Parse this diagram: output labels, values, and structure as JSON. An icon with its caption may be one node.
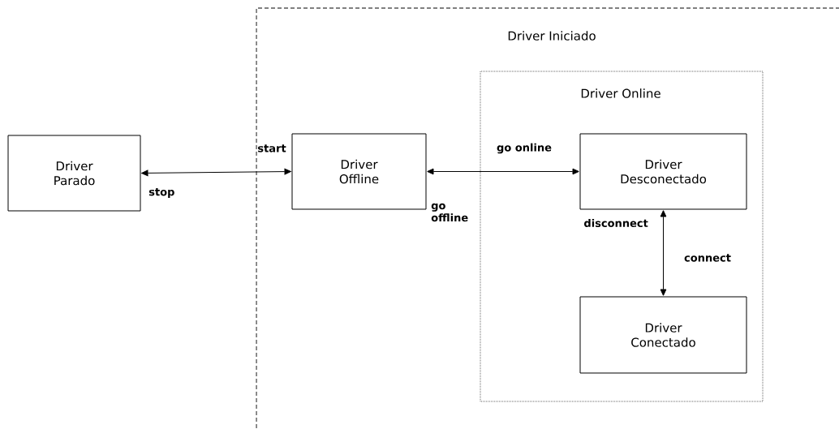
{
  "diagram": {
    "nodes": [
      {
        "text": [
          "Driver Parado"
        ]
      },
      {
        "text": [
          "Driver Iniciado"
        ]
      },
      {
        "text": [
          "Driver Offline"
        ],
        "in": 1
      },
      {
        "text": [
          "Driver Online"
        ],
        "in": 1
      },
      {
        "text": [
          "Driver Desconectado"
        ],
        "in": 3
      },
      {
        "text": [
          "Driver Conectado"
        ],
        "in": 3
      }
    ],
    "edges": [
      {
        "from": 0,
        "to": 2,
        "arrow": "both",
        "label": "start"
      },
      {
        "from": 2,
        "to": 4,
        "arrow": "both",
        "label": "go online"
      },
      {
        "from": 4,
        "to": 5,
        "arrow": "both",
        "label": "connect"
      }
    ],
    "labels": [
      "stop",
      "go offline",
      "disconnect"
    ]
  }
}
